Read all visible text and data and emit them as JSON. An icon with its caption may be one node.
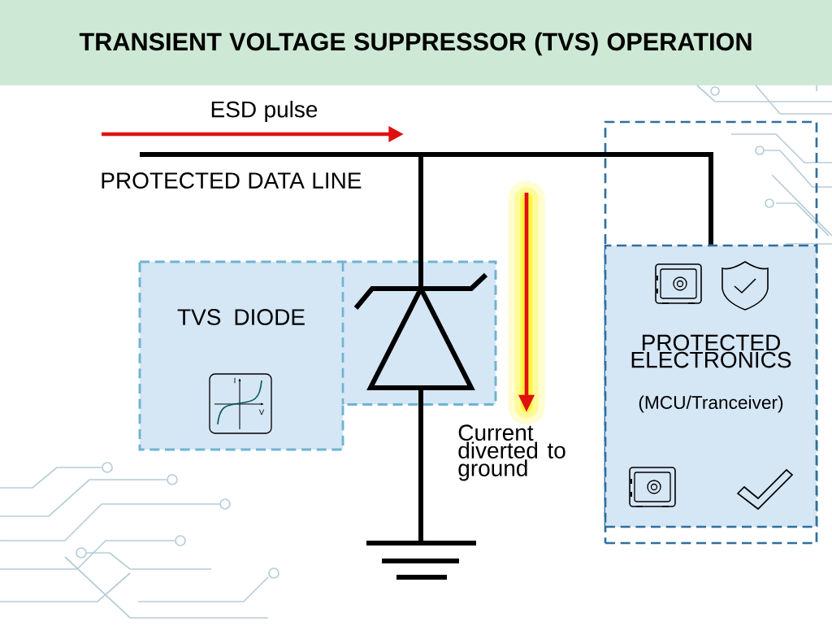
{
  "diagram": {
    "title": "TRANSIENT VOLTAGE SUPPRESSOR (TVS) OPERATION",
    "nodes": [
      {
        "text": [
          "TVS DIODE"
        ]
      },
      {
        "text": [],
        "shape": "picture",
        "in": 0
      },
      {
        "text": [],
        "shape": "box"
      },
      {
        "text": [
          "PROTECTED ELECTRONICS",
          "(MCU/Tranceiver)"
        ],
        "in": 2
      },
      {
        "text": [],
        "shape": "picture"
      }
    ],
    "edges": [
      {
        "from": null,
        "to": 3,
        "arrow": "none"
      },
      {
        "from": null,
        "to": 1,
        "arrow": "none"
      },
      {
        "from": 1,
        "to": 4,
        "arrow": "none"
      }
    ],
    "labels": [
      "ESD pulse",
      "PROTECTED DATA LINE",
      "I",
      "V",
      "Current diverted to ground"
    ]
  }
}
